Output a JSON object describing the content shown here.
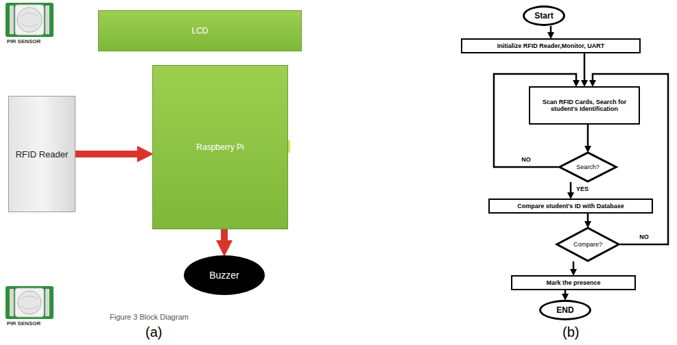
{
  "diagram": {
    "nodes": [
      {
        "text": [
          "LCD"
        ]
      },
      {
        "text": [
          "RFID Reader"
        ]
      },
      {
        "text": [
          "Raspberry Pi"
        ]
      },
      {
        "text": [
          "Buzzer"
        ]
      },
      {
        "text": [
          "Start"
        ]
      },
      {
        "text": [
          "Initialize RFID Reader,Monitor, UART"
        ]
      },
      {
        "text": [
          "Scan RFID Cards, Search for student's Identification"
        ]
      },
      {
        "text": [
          "Search?"
        ]
      },
      {
        "text": [
          "Compare student's ID with Database"
        ]
      },
      {
        "text": [
          "Compare?"
        ]
      },
      {
        "text": [
          "Mark the presence"
        ]
      },
      {
        "text": [
          "END"
        ]
      }
    ],
    "edges": [
      {
        "from": 2,
        "to": 0,
        "arrow": "to"
      },
      {
        "from": 1,
        "to": 2,
        "arrow": "to"
      },
      {
        "from": 2,
        "to": 3,
        "arrow": "to"
      },
      {
        "from": 4,
        "to": 5,
        "arrow": "to"
      },
      {
        "from": 5,
        "to": 6,
        "arrow": "to"
      },
      {
        "from": 6,
        "to": 7,
        "arrow": "to"
      },
      {
        "from": 7,
        "to": 6,
        "label": "NO",
        "arrow": "to"
      },
      {
        "from": 7,
        "to": 8,
        "label": "YES",
        "arrow": "to"
      },
      {
        "from": 8,
        "to": 9,
        "arrow": "to"
      },
      {
        "from": 9,
        "to": 6,
        "label": "NO",
        "arrow": "to"
      },
      {
        "from": 9,
        "to": 10,
        "arrow": "to"
      },
      {
        "from": 10,
        "to": 11,
        "arrow": "to"
      }
    ],
    "labels": [
      "PIR SENSOR",
      "PIR SENSOR",
      "Figure 3 Block Diagram",
      "(a)",
      "(b)"
    ]
  }
}
